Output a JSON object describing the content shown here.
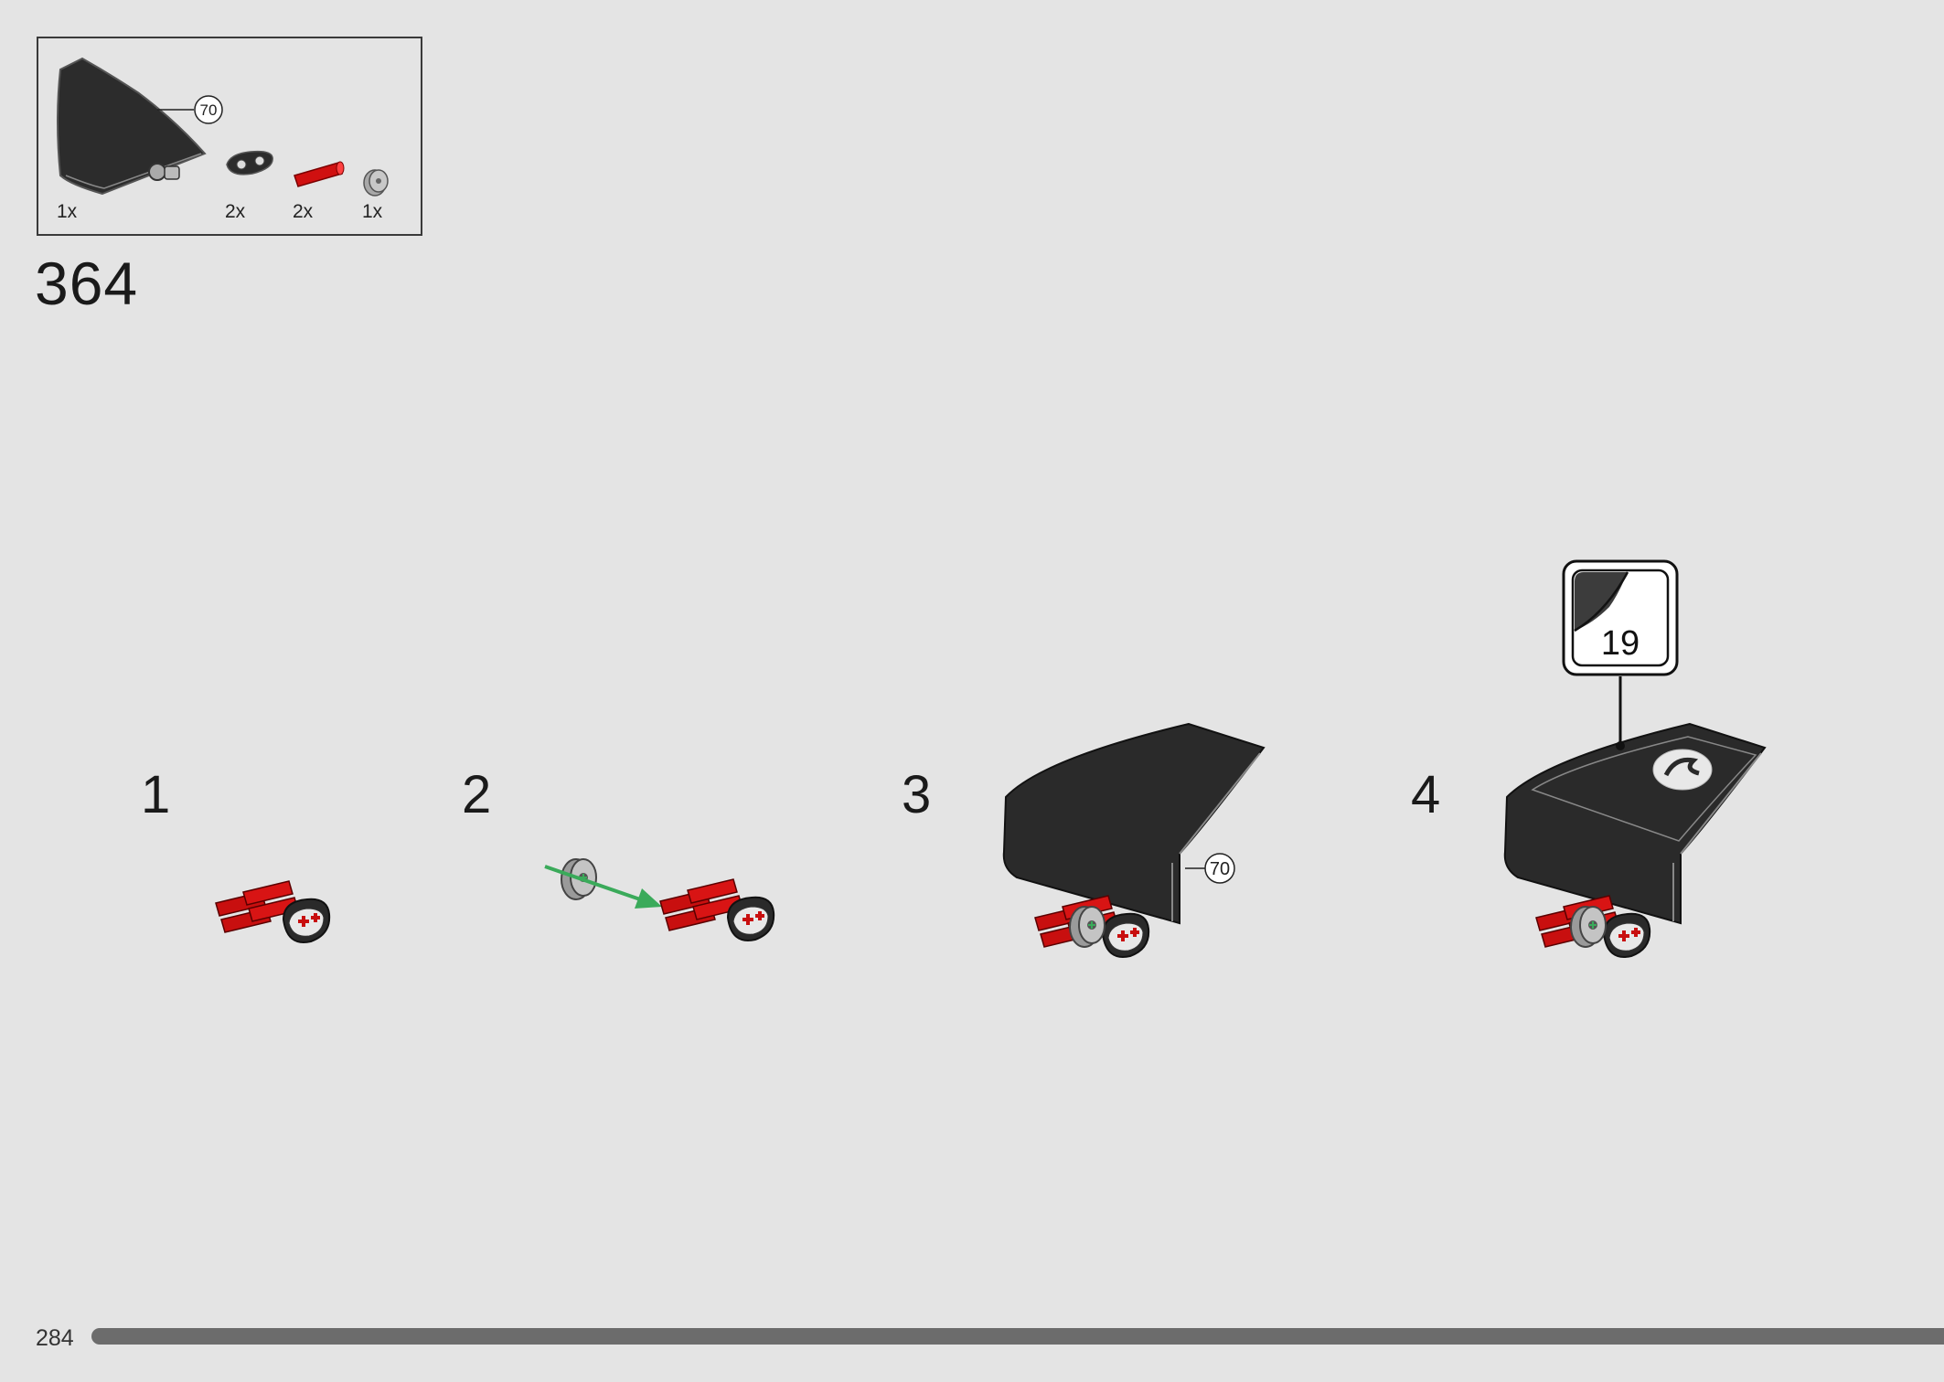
{
  "parts_list": {
    "items": [
      {
        "part": "black-curved-panel",
        "quantity": "1x",
        "callout": "70"
      },
      {
        "part": "black-liftarm-connector",
        "quantity": "2x"
      },
      {
        "part": "red-axle-pin",
        "quantity": "2x"
      },
      {
        "part": "grey-bush",
        "quantity": "1x"
      }
    ]
  },
  "step": {
    "number": "364"
  },
  "sub_steps": [
    {
      "label": "1"
    },
    {
      "label": "2"
    },
    {
      "label": "3",
      "callout": "70"
    },
    {
      "label": "4",
      "sticker_number": "19"
    }
  ],
  "footer": {
    "page_number": "284",
    "progress": 1.0
  },
  "colors": {
    "background": "#e4e4e4",
    "panel_black": "#2c2c2c",
    "pin_red": "#d01010",
    "bush_grey": "#a8a8a8",
    "arrow_green": "#3aaa5a",
    "progress_bar": "#6c6c6c"
  }
}
